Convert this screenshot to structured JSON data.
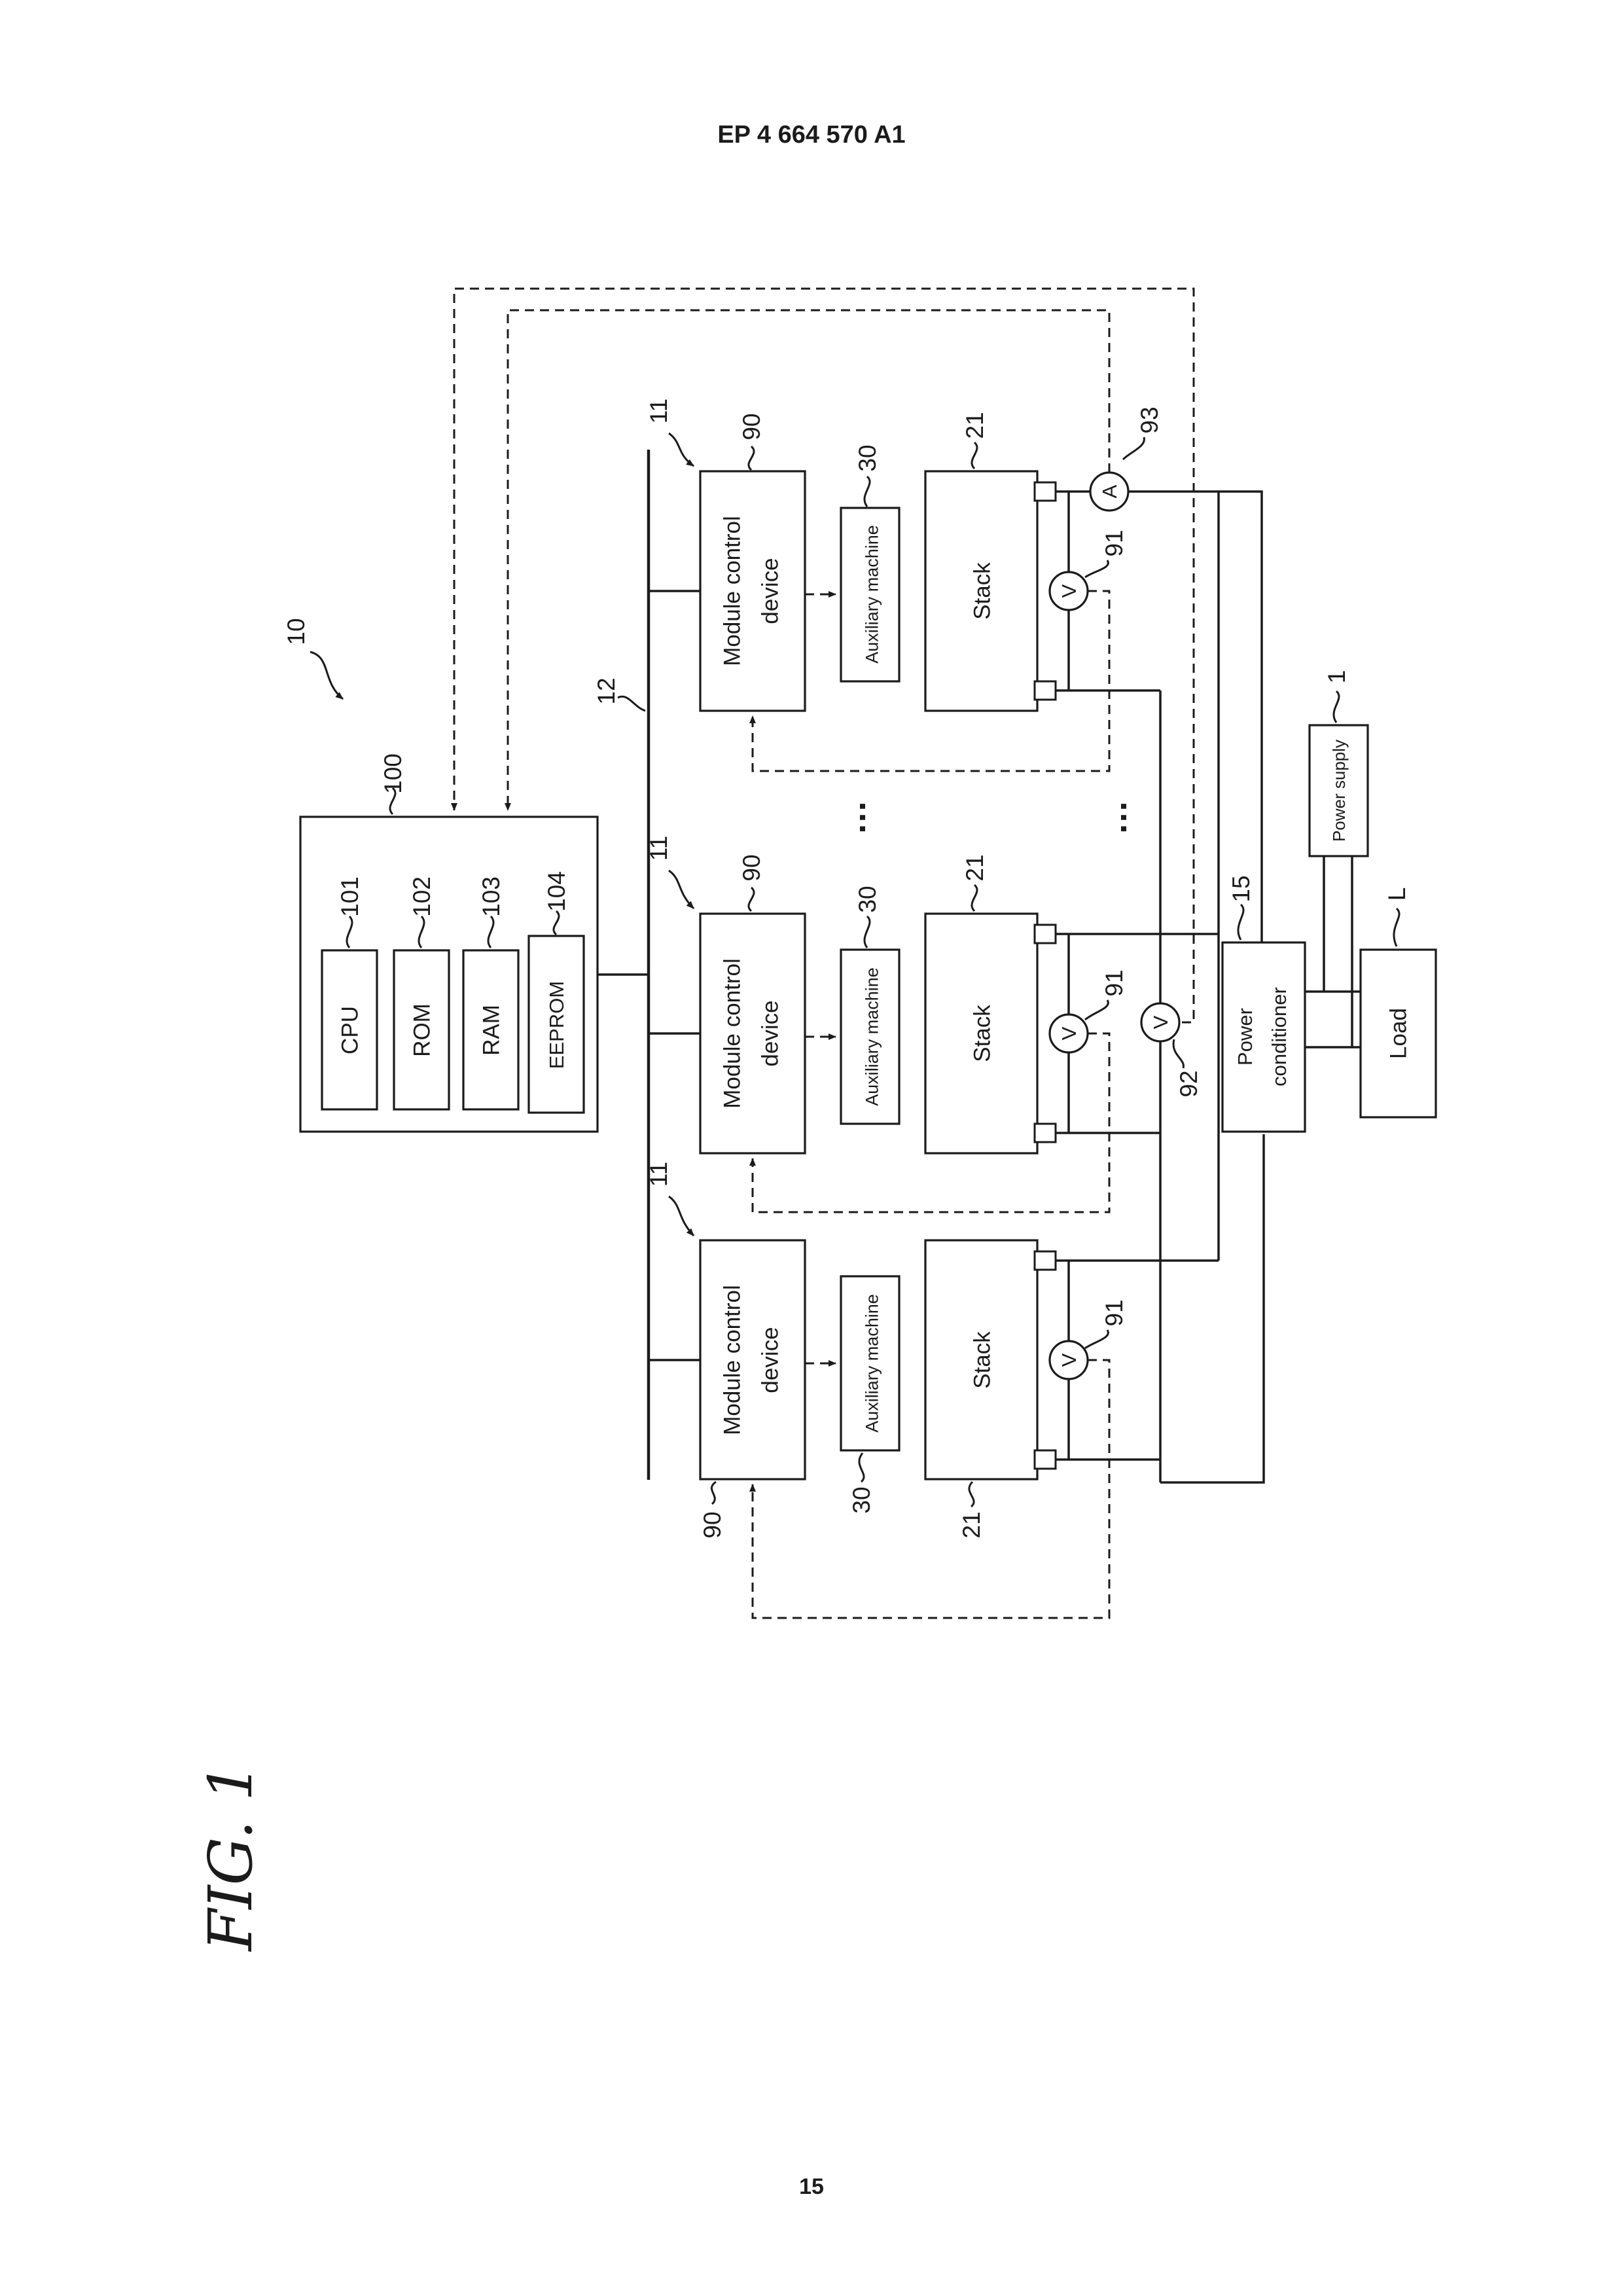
{
  "page": {
    "header": "EP 4 664 570 A1",
    "page_number": "15",
    "figure_label": "FIG. 1"
  },
  "refs": {
    "system": "10",
    "control_device": "100",
    "cpu": "101",
    "rom": "102",
    "ram": "103",
    "eeprom": "104",
    "bus": "12",
    "module": "11",
    "module_port": "90",
    "auxiliary": "30",
    "stack": "21",
    "stack_voltmeter": "91",
    "total_voltmeter": "92",
    "ammeter": "93",
    "power_conditioner": "15",
    "power_supply": "1",
    "load": "L"
  },
  "blocks": {
    "cpu": "CPU",
    "rom": "ROM",
    "ram": "RAM",
    "eeprom": "EEPROM",
    "module_line1": "Module control",
    "module_line2": "device",
    "auxiliary": "Auxiliary machine",
    "stack": "Stack",
    "conditioner_line1": "Power",
    "conditioner_line2": "conditioner",
    "power_supply": "Power supply",
    "load": "Load"
  },
  "meters": {
    "voltmeter": "V",
    "ammeter": "A"
  },
  "continuation": "…"
}
